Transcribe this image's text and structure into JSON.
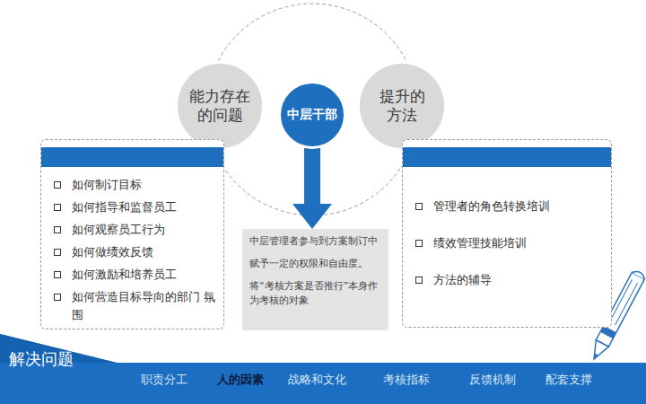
{
  "diagram": {
    "nodes": [
      {
        "text": [
          "能力存在的问题"
        ]
      },
      {
        "text": [
          "中层干部"
        ]
      },
      {
        "text": [
          "提升的方法"
        ]
      },
      {
        "text": [
          "如何制订目标",
          "如何指导和监督员工",
          "如何观察员工行为",
          "如何做绩效反馈",
          "如何激励和培养员工",
          "如何营造目标导向的部门 氛围"
        ]
      },
      {
        "text": [
          "中层管理者参与到方案制订中",
          "赋予一定的权限和自由度。",
          "将“考核方案是否推行”本身作为考核的对象"
        ]
      },
      {
        "text": [
          "管理者的角色转换培训",
          "绩效管理技能培训",
          "方法的辅导"
        ]
      }
    ],
    "edges": [
      {
        "from": 1,
        "to": 4,
        "arrow": "to"
      }
    ],
    "labels": [
      "解决问题",
      "职责分工",
      "人的因素",
      "战略和文化",
      "考核指标",
      "反馈机制",
      "配套支撑"
    ]
  }
}
